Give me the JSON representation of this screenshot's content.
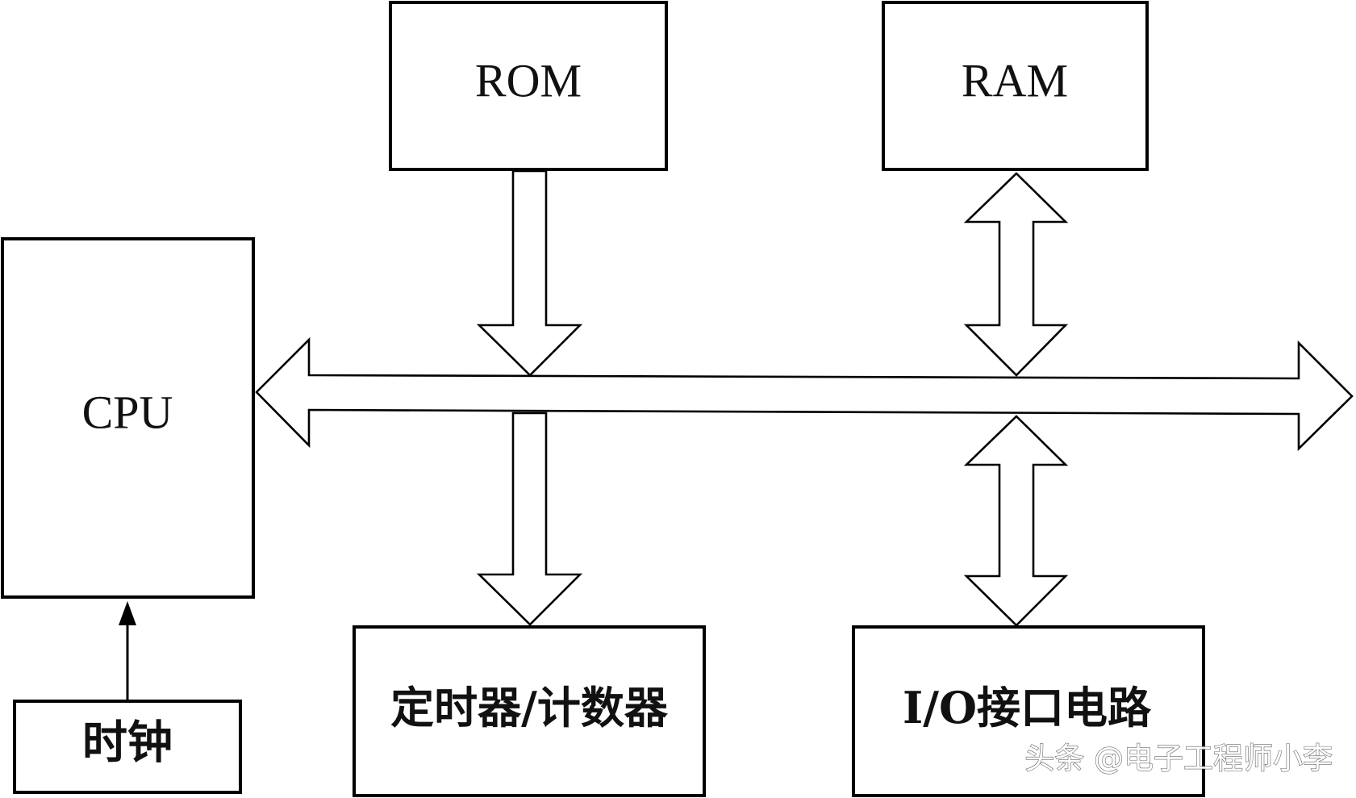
{
  "blocks": {
    "rom": "ROM",
    "ram": "RAM",
    "cpu": "CPU",
    "clock": "时钟",
    "timer": "定时器/计数器",
    "io": "I/O接口电路"
  },
  "watermark": "头条 @电子工程师小李"
}
